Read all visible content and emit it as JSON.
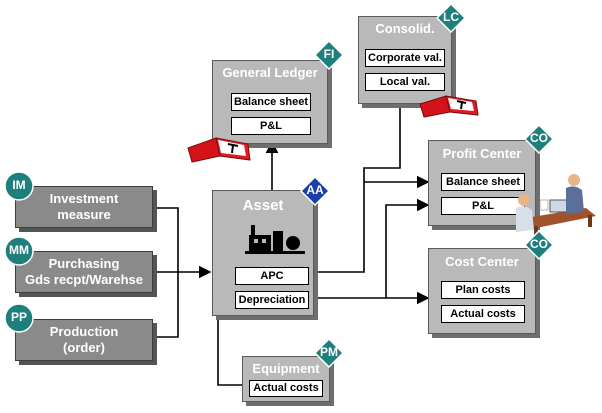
{
  "nodes": {
    "investment": {
      "line1": "Investment",
      "line2": "measure",
      "badge": "IM"
    },
    "purchasing": {
      "line1": "Purchasing",
      "line2": "Gds recpt/Warehse",
      "badge": "MM"
    },
    "production": {
      "line1": "Production",
      "line2": "(order)",
      "badge": "PP"
    },
    "asset": {
      "title": "Asset",
      "badge": "AA",
      "fields": [
        "APC",
        "Depreciation"
      ]
    },
    "general_ledger": {
      "title": "General Ledger",
      "badge": "FI",
      "fields": [
        "Balance sheet",
        "P&L"
      ]
    },
    "consolid": {
      "title": "Consolid.",
      "badge": "LC",
      "fields": [
        "Corporate val.",
        "Local val."
      ]
    },
    "profit_center": {
      "title": "Profit Center",
      "badge": "CO",
      "fields": [
        "Balance sheet",
        "P&L"
      ]
    },
    "cost_center": {
      "title": "Cost Center",
      "badge": "CO",
      "fields": [
        "Plan costs",
        "Actual costs"
      ]
    },
    "equipment": {
      "title": "Equipment",
      "badge": "PM",
      "fields": [
        "Actual costs"
      ]
    }
  },
  "colors": {
    "badge_teal": "#1e7f7c",
    "badge_blue": "#1a3fa8",
    "ledger_red": "#d4121a"
  },
  "icons": [
    "factory-icon",
    "ledger-book-icon",
    "people-at-desk-icon"
  ]
}
